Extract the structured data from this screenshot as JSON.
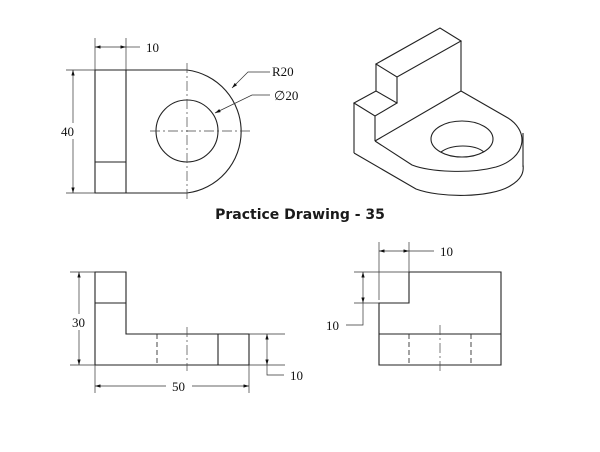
{
  "title": "Practice Drawing - 35",
  "top_view": {
    "width_dim": "10",
    "height_dim": "40",
    "radius_label": "R20",
    "hole_label": "∅20"
  },
  "front_view": {
    "height_dim": "30",
    "base_dim": "10",
    "length_dim": "50"
  },
  "side_view": {
    "step_width_dim": "10",
    "step_height_dim": "10"
  },
  "colors": {
    "line": "#222222",
    "background": "#ffffff"
  }
}
